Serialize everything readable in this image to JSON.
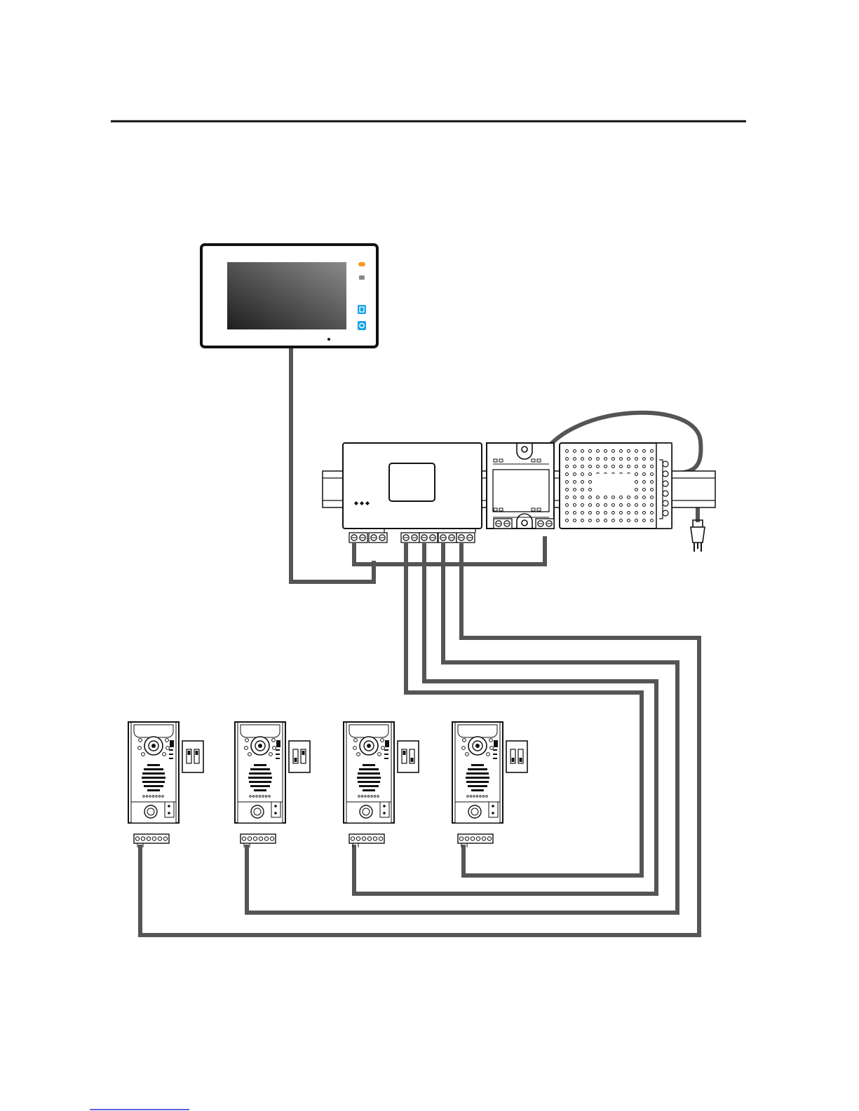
{
  "colors": {
    "cable": "#555555",
    "outline": "#111111",
    "screen_light": "#8a8a8a",
    "screen_dark": "#1e1e1e",
    "led_orange": "#f39a1e",
    "button_blue": "#1aa3e8",
    "footer_link": "#2b2bd6"
  },
  "icons": [
    "monitor-icon",
    "distributor-icon",
    "power-supply-icon",
    "plug-icon",
    "door-station-icon",
    "dip-switch-icon"
  ],
  "door_stations": [
    {
      "id": 1,
      "dip": [
        "up",
        "up"
      ]
    },
    {
      "id": 2,
      "dip": [
        "down",
        "up"
      ]
    },
    {
      "id": 3,
      "dip": [
        "up",
        "down"
      ]
    },
    {
      "id": 4,
      "dip": [
        "down",
        "down"
      ]
    }
  ]
}
